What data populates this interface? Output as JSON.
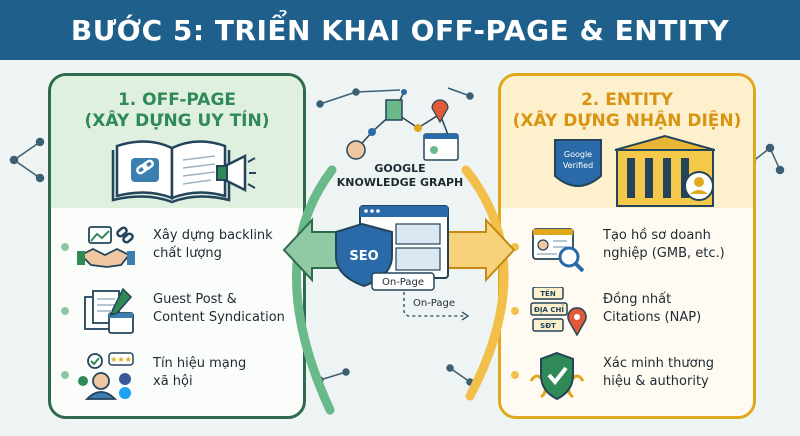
{
  "title": "BƯỚC 5: TRIỂN KHAI OFF-PAGE & ENTITY",
  "left_panel": {
    "title_line1": "1. OFF-PAGE",
    "title_line2": "(XÂY DỰNG UY TÍN)",
    "items": [
      {
        "line1": "Xây dựng backlink",
        "line2": "chất lượng",
        "icon": "handshake-link-icon"
      },
      {
        "line1": "Guest Post &",
        "line2": "Content Syndication",
        "icon": "document-pen-icon"
      },
      {
        "line1": "Tín hiệu mạng",
        "line2": "xã hội",
        "icon": "social-signals-icon"
      }
    ]
  },
  "right_panel": {
    "title_line1": "2. ENTITY",
    "title_line2": "(XÂY DỰNG NHẬN DIỆN)",
    "badge_line1": "Google",
    "badge_line2": "Verified",
    "items": [
      {
        "line1": "Tạo hồ sơ doanh",
        "line2": "nghiệp (GMB, etc.)",
        "icon": "business-profile-icon"
      },
      {
        "line1": "Đồng nhất",
        "line2": "Citations (NAP)",
        "icon": "nap-citations-icon"
      },
      {
        "line1": "Xác minh thương",
        "line2": "hiệu & authority",
        "icon": "verified-shield-icon"
      }
    ],
    "nap_labels": [
      "TÊN",
      "ĐỊA CHỈ",
      "SĐT"
    ]
  },
  "center": {
    "kg_line1": "GOOGLE",
    "kg_line2": "KNOWLEDGE GRAPH",
    "seo_label": "SEO",
    "onpage_label": "On-Page",
    "onpage_label2": "On-Page"
  },
  "colors": {
    "banner": "#1f5f8b",
    "green": "#2f8a57",
    "gold": "#e0a91d"
  }
}
